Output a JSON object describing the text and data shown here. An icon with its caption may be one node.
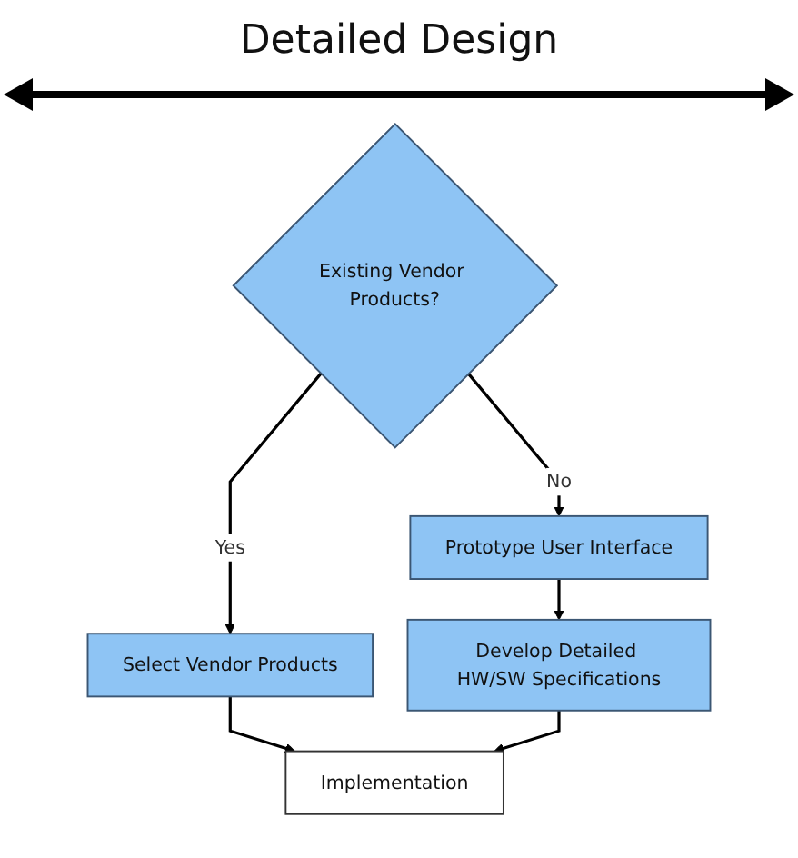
{
  "diagram": {
    "title": "Detailed Design",
    "nodes": [
      {
        "text": [
          "Existing Vendor Products?"
        ]
      },
      {
        "text": [
          "Prototype User Interface"
        ]
      },
      {
        "text": [
          "Select Vendor Products"
        ]
      },
      {
        "text": [
          "Develop Detailed HW/SW Specifications"
        ]
      },
      {
        "text": [
          "Implementation"
        ]
      }
    ],
    "edges": [
      {
        "from": 0,
        "to": 1,
        "arrow": "to",
        "label": "No"
      },
      {
        "from": 0,
        "to": 2,
        "arrow": "to",
        "label": "Yes"
      },
      {
        "from": 1,
        "to": 3,
        "arrow": "to"
      },
      {
        "from": 2,
        "to": 4,
        "arrow": "to"
      },
      {
        "from": 3,
        "to": 4,
        "arrow": "to"
      }
    ]
  }
}
